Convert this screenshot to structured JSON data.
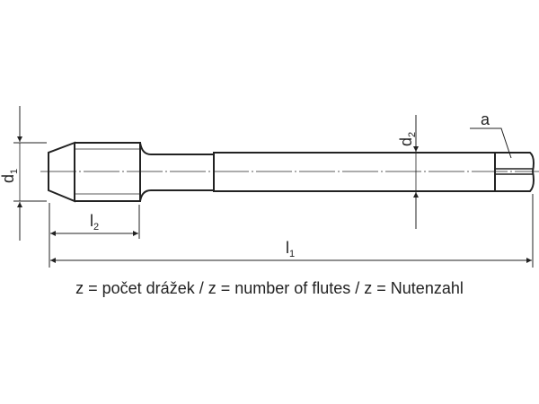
{
  "labels": {
    "d1": {
      "main": "d",
      "sub": "1"
    },
    "d2": {
      "main": "d",
      "sub": "2"
    },
    "l1": {
      "main": "l",
      "sub": "1"
    },
    "l2": {
      "main": "l",
      "sub": "2"
    },
    "a": "a"
  },
  "caption": "z = počet drážek / z = number of flutes / z = Nutenzahl",
  "colors": {
    "line": "#222222",
    "background": "#ffffff"
  }
}
